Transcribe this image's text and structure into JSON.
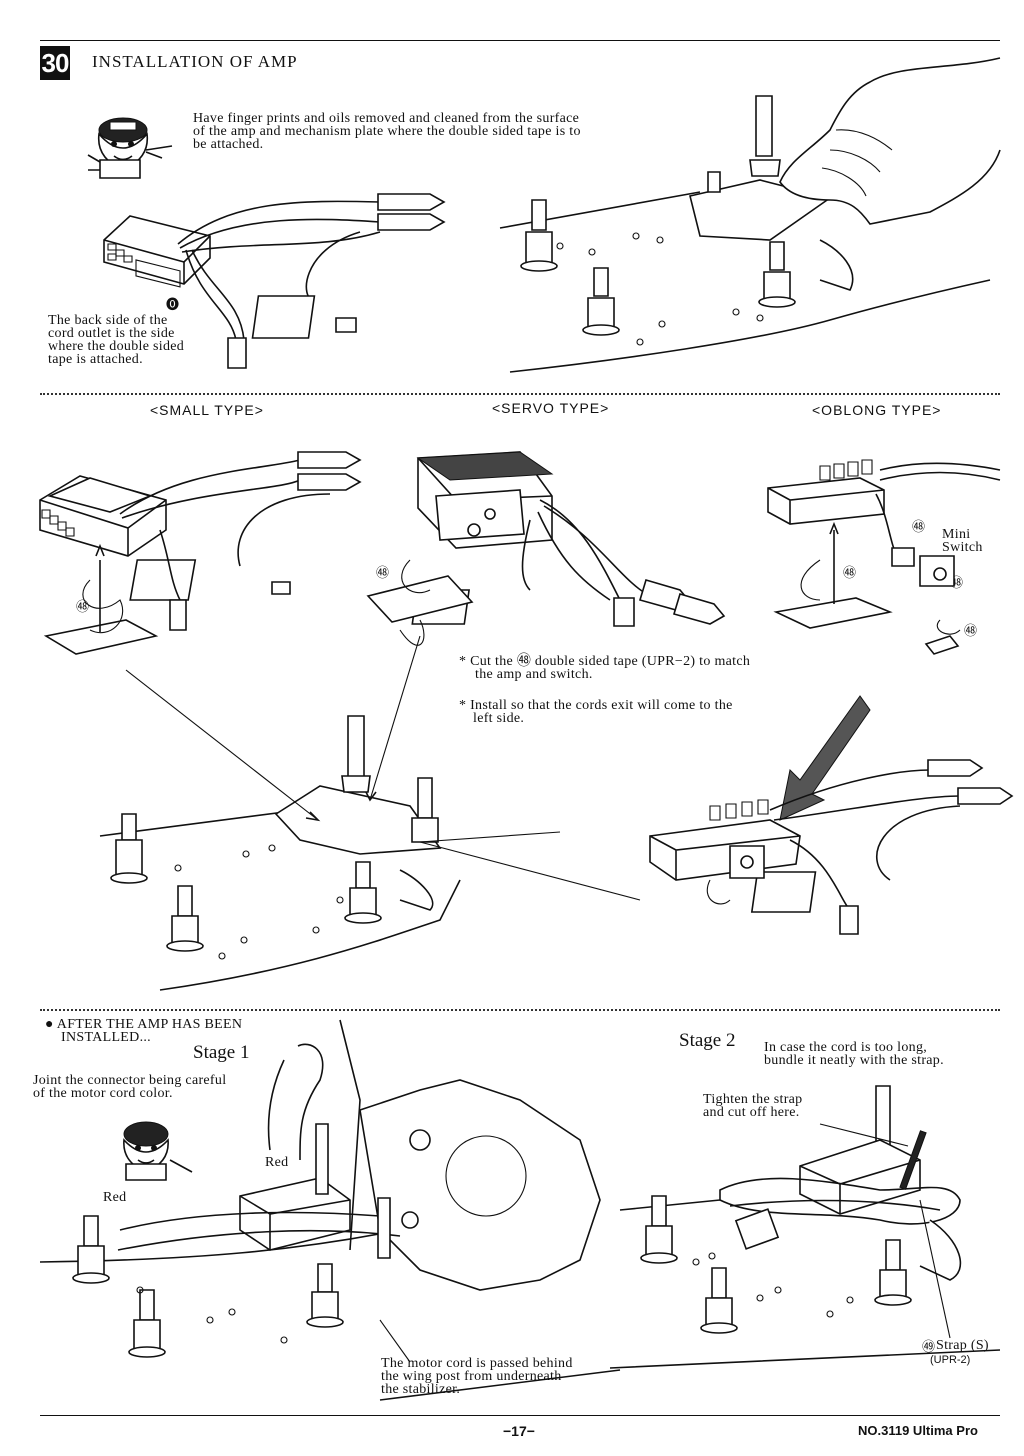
{
  "step": {
    "number": "30",
    "title": "INSTALLATION OF AMP"
  },
  "intro": {
    "tip_lines": [
      "Have finger prints and oils removed and cleaned from the surface",
      "of the amp and mechanism plate where the double sided tape is to",
      "be attached."
    ],
    "back_marker": "⓿",
    "back_side_lines": [
      "The back side of the",
      "cord outlet is the side",
      "where the double sided",
      "tape is attached."
    ]
  },
  "types": {
    "small": "<SMALL TYPE>",
    "servo": "<SERVO TYPE>",
    "oblong": "<OBLONG TYPE>"
  },
  "part_marker": "㊽",
  "strap_marker": "㊾",
  "mini_switch_lines": [
    "Mini",
    "Switch"
  ],
  "instructions": {
    "cut_lines": [
      "* Cut the ㊽ double sided tape  (UPR−2)  to match",
      "the amp and switch."
    ],
    "install_lines": [
      "* Install so that the cords exit will come to the",
      "left side."
    ]
  },
  "after": {
    "heading_lines": [
      "● AFTER THE AMP HAS BEEN",
      "INSTALLED..."
    ],
    "stage1": "Stage 1",
    "stage1_lines": [
      "Joint the connector being careful",
      "of the motor cord color."
    ],
    "red1": "Red",
    "red2": "Red",
    "motor_cord_lines": [
      "The motor cord is passed behind",
      "the wing post from underneath",
      "the stabilizer."
    ],
    "stage2": "Stage 2",
    "stage2_lines": [
      "In case the cord is too long,",
      "bundle it neatly with the strap."
    ],
    "tighten_lines": [
      "Tighten the strap",
      "and cut off here."
    ],
    "strap_label": "Strap  (S)",
    "strap_code": "(UPR-2)"
  },
  "footer": {
    "page": "−17−",
    "model": "NO.3119 Ultima Pro"
  }
}
